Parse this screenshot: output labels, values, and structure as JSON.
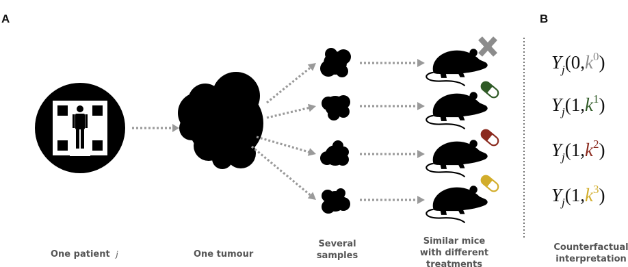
{
  "panels": {
    "a": "A",
    "b": "B"
  },
  "captions": {
    "patient": "One patient",
    "patient_var": "j",
    "tumour": "One tumour",
    "samples_line1": "Several",
    "samples_line2": "samples",
    "mice_line1": "Similar mice",
    "mice_line2": "with different",
    "mice_line3": "treatments",
    "counterfactual_line1": "Counterfactual",
    "counterfactual_line2": "interpretation"
  },
  "treatments": [
    {
      "type": "cross",
      "color": "#8c8c8c"
    },
    {
      "type": "pill",
      "color": "#2f5a26"
    },
    {
      "type": "pill",
      "color": "#8b2a1e"
    },
    {
      "type": "pill",
      "color": "#d2ad2b"
    }
  ],
  "formulas": [
    {
      "Y": "Y",
      "sub": "j",
      "open": "(",
      "t": "0",
      "comma": ",",
      "k": "k",
      "sup": "0",
      "close": ")",
      "k_color": "#8c8c8c"
    },
    {
      "Y": "Y",
      "sub": "j",
      "open": "(",
      "t": "1",
      "comma": ",",
      "k": "k",
      "sup": "1",
      "close": ")",
      "k_color": "#2f5a26"
    },
    {
      "Y": "Y",
      "sub": "j",
      "open": "(",
      "t": "1",
      "comma": ",",
      "k": "k",
      "sup": "2",
      "close": ")",
      "k_color": "#8b2a1e"
    },
    {
      "Y": "Y",
      "sub": "j",
      "open": "(",
      "t": "1",
      "comma": ",",
      "k": "k",
      "sup": "3",
      "close": ")",
      "k_color": "#d2ad2b"
    }
  ]
}
